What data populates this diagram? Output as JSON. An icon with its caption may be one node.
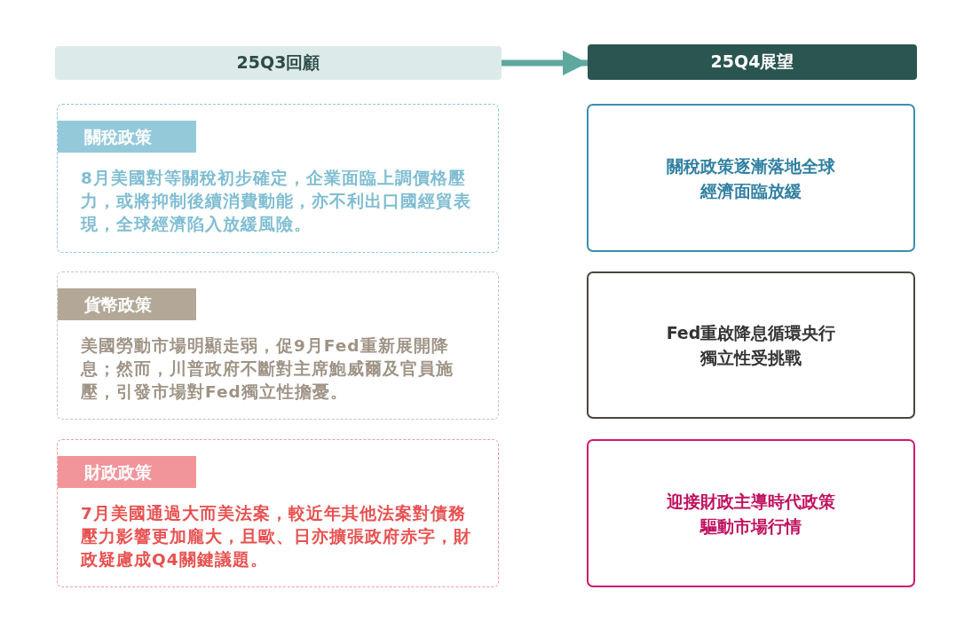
{
  "diagram": {
    "nodes": [
      {
        "text": [
          "25Q3回顧"
        ]
      },
      {
        "text": [
          "25Q4展望"
        ]
      },
      {
        "text": [
          "關稅政策",
          "8月美國對等關稅初步確定，企業面臨上調價格壓力，或將抑制後續消費動能，亦不利出口國經貿表現，全球經濟陷入放緩風險。"
        ]
      },
      {
        "text": [
          "關稅政策逐漸落地全球經濟面臨放緩"
        ]
      },
      {
        "text": [
          "貨幣政策",
          "美國勞動市場明顯走弱，促9月Fed重新展開降息；然而，川普政府不斷對主席鮑威爾及官員施壓，引發市場對Fed獨立性擔憂。"
        ]
      },
      {
        "text": [
          "Fed重啟降息循環央行獨立性受挑戰"
        ]
      },
      {
        "text": [
          "財政政策",
          "7月美國通過大而美法案，較近年其他法案對債務壓力影響更加龐大，且歐、日亦擴張政府赤字，財政疑慮成Q4關鍵議題。"
        ]
      },
      {
        "text": [
          "迎接財政主導時代政策驅動市場行情"
        ]
      }
    ],
    "edges": [
      {
        "from": 0,
        "to": 1,
        "arrow": "to"
      }
    ]
  }
}
